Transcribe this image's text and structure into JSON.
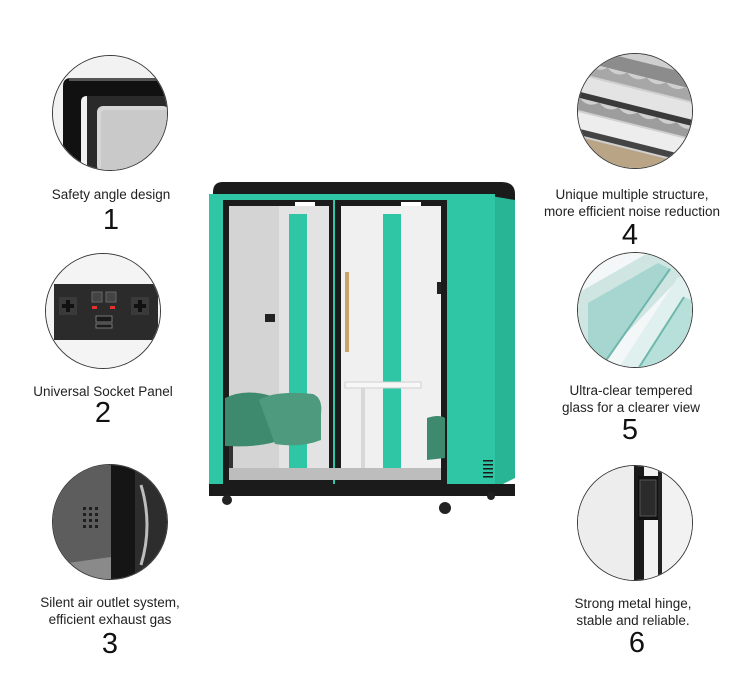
{
  "features": [
    {
      "id": 1,
      "caption_lines": [
        "Safety angle design"
      ],
      "number": "1",
      "icon": "safety-angle-closeup"
    },
    {
      "id": 2,
      "caption_lines": [
        "Universal Socket Panel"
      ],
      "number": "2",
      "icon": "socket-panel-closeup"
    },
    {
      "id": 3,
      "caption_lines": [
        "Silent air outlet system,",
        "efficient exhaust gas"
      ],
      "number": "3",
      "icon": "air-outlet-closeup"
    },
    {
      "id": 4,
      "caption_lines": [
        "Unique multiple structure,",
        "more efficient noise reduction"
      ],
      "number": "4",
      "icon": "acoustic-layers-closeup"
    },
    {
      "id": 5,
      "caption_lines": [
        "Ultra-clear tempered",
        "glass for a clearer view"
      ],
      "number": "5",
      "icon": "tempered-glass-closeup"
    },
    {
      "id": 6,
      "caption_lines": [
        "Strong metal hinge,",
        "stable and reliable."
      ],
      "number": "6",
      "icon": "metal-hinge-closeup"
    }
  ],
  "colors": {
    "booth_teal": "#2fc6a6",
    "frame_black": "#1b1b1b",
    "felt_grey": "#d9d9d9",
    "sofa_green": "#3e8a6e"
  },
  "booth_icon": "office-phone-booth"
}
